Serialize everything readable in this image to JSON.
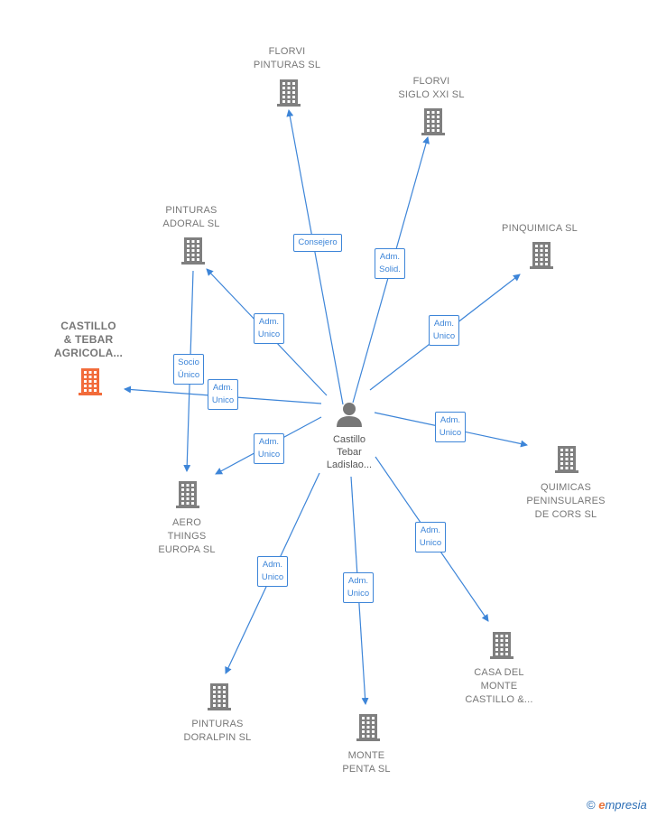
{
  "colors": {
    "edge": "#3d85d8",
    "company": "#7f7f7f",
    "highlight": "#f26b3a",
    "person": "#777777"
  },
  "center": {
    "label": "Castillo\nTebar\nLadislao..."
  },
  "nodes": [
    {
      "id": "florvi-pinturas",
      "label": "FLORVI\nPINTURAS SL",
      "highlight": false
    },
    {
      "id": "florvi-siglo",
      "label": "FLORVI\nSIGLO XXI  SL",
      "highlight": false
    },
    {
      "id": "pinturas-adoral",
      "label": "PINTURAS\nADORAL SL",
      "highlight": false
    },
    {
      "id": "pinquimica",
      "label": "PINQUIMICA SL",
      "highlight": false
    },
    {
      "id": "castillo-tebar",
      "label": "CASTILLO\n& TEBAR\nAGRICOLA...",
      "highlight": true
    },
    {
      "id": "aero-things",
      "label": "AERO\nTHINGS\nEUROPA  SL",
      "highlight": false
    },
    {
      "id": "quimicas",
      "label": "QUIMICAS\nPENINSULARES\nDE CORS  SL",
      "highlight": false
    },
    {
      "id": "casa-del-monte",
      "label": "CASA DEL\nMONTE\nCASTILLO &...",
      "highlight": false
    },
    {
      "id": "pinturas-doralpin",
      "label": "PINTURAS\nDORALPIN  SL",
      "highlight": false
    },
    {
      "id": "monte-penta",
      "label": "MONTE\nPENTA  SL",
      "highlight": false
    }
  ],
  "edges": [
    {
      "target": "florvi-pinturas",
      "label": "Consejero"
    },
    {
      "target": "florvi-siglo",
      "label": "Adm.\nSolid."
    },
    {
      "target": "pinturas-adoral",
      "label": "Adm.\nUnico"
    },
    {
      "target": "pinquimica",
      "label": "Adm.\nUnico"
    },
    {
      "target": "castillo-tebar",
      "label": "Adm.\nUnico"
    },
    {
      "target": "aero-things",
      "label": "Adm.\nUnico"
    },
    {
      "target": "aero-things",
      "label": "Socio\nÚnico",
      "from": "pinturas-adoral"
    },
    {
      "target": "quimicas",
      "label": "Adm.\nUnico"
    },
    {
      "target": "casa-del-monte",
      "label": "Adm.\nUnico"
    },
    {
      "target": "pinturas-doralpin",
      "label": "Adm.\nUnico"
    },
    {
      "target": "monte-penta",
      "label": "Adm.\nUnico"
    }
  ],
  "brand": {
    "symbol": "©",
    "initial": "e",
    "rest": "mpresia"
  }
}
